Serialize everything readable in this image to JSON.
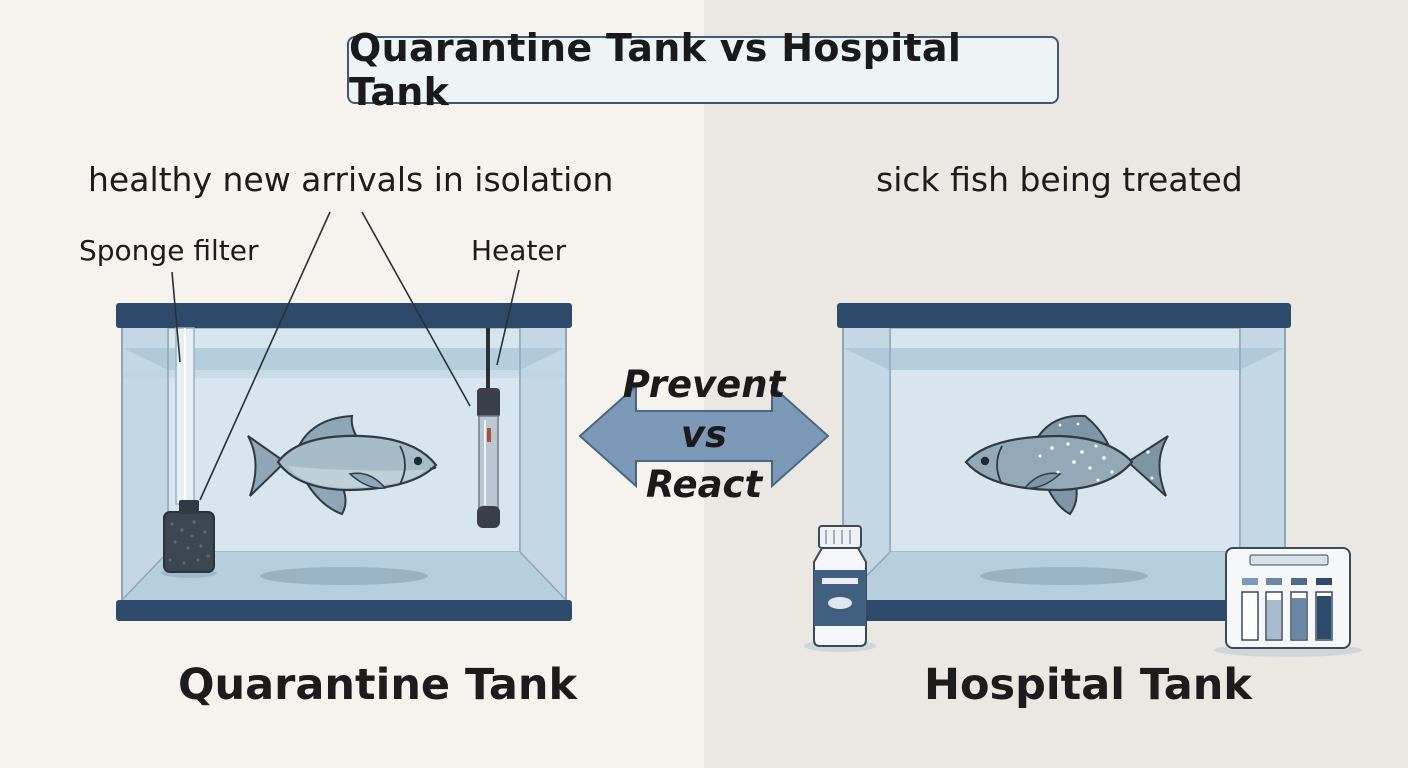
{
  "title": "Quarantine Tank vs Hospital Tank",
  "left": {
    "subtitle": "healthy new arrivals in isolation",
    "label_filter": "Sponge filter",
    "label_heater": "Heater",
    "name": "Quarantine Tank"
  },
  "right": {
    "subtitle": "sick fish being treated",
    "name": "Hospital Tank"
  },
  "arrow": {
    "line1": "Prevent",
    "line2": "vs",
    "line3": "React"
  },
  "colors": {
    "frame": "#2e4a6b",
    "water": "#c9dde8",
    "arrow": "#7d99b8",
    "fish": "#a6bcc8"
  },
  "icons": {
    "medicine": "medicine-bottle-icon",
    "test_kit": "water-test-kit-icon"
  }
}
